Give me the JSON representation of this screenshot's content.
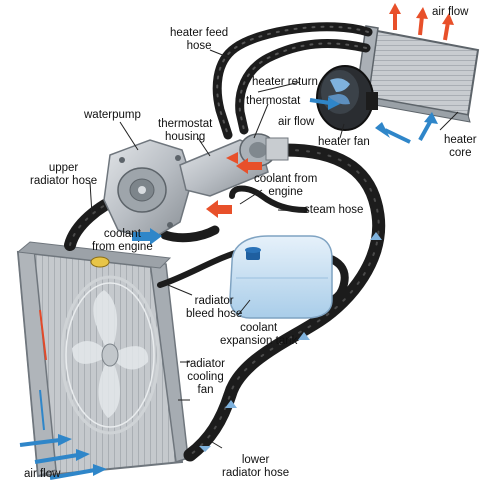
{
  "labels": {
    "air_flow_top": "air flow",
    "heater_feed_hose": [
      "heater feed",
      "hose"
    ],
    "heater_return": "heater return",
    "thermostat": "thermostat",
    "air_flow_mid": "air flow",
    "heater_fan": "heater fan",
    "heater_core": [
      "heater",
      "core"
    ],
    "waterpump": "waterpump",
    "thermostat_housing": [
      "thermostat",
      "housing"
    ],
    "upper_radiator_hose": [
      "upper",
      "radiator hose"
    ],
    "coolant_from_engine_top": [
      "coolant from",
      "engine"
    ],
    "steam_hose": "steam hose",
    "coolant_from_engine_left": [
      "coolant",
      "from engine"
    ],
    "radiator_bleed_hose": [
      "radiator",
      "bleed hose"
    ],
    "coolant_expansion_tank": [
      "coolant",
      "expansion tank"
    ],
    "radiator_cooling_fan": [
      "radiator",
      "cooling",
      "fan"
    ],
    "air_flow_bottom": "air flow",
    "lower_radiator_hose": [
      "lower",
      "radiator hose"
    ]
  },
  "colors": {
    "hose": "#1c1c1c",
    "hose_highlight": "#4a4a4a",
    "metal": "#b9bec4",
    "metal_dark": "#6f767d",
    "hot_arrow": "#e8502a",
    "cool_arrow": "#2f86c9",
    "tank": "#cfe4f4",
    "tank_edge": "#7fa3c2",
    "background": "#ffffff"
  }
}
